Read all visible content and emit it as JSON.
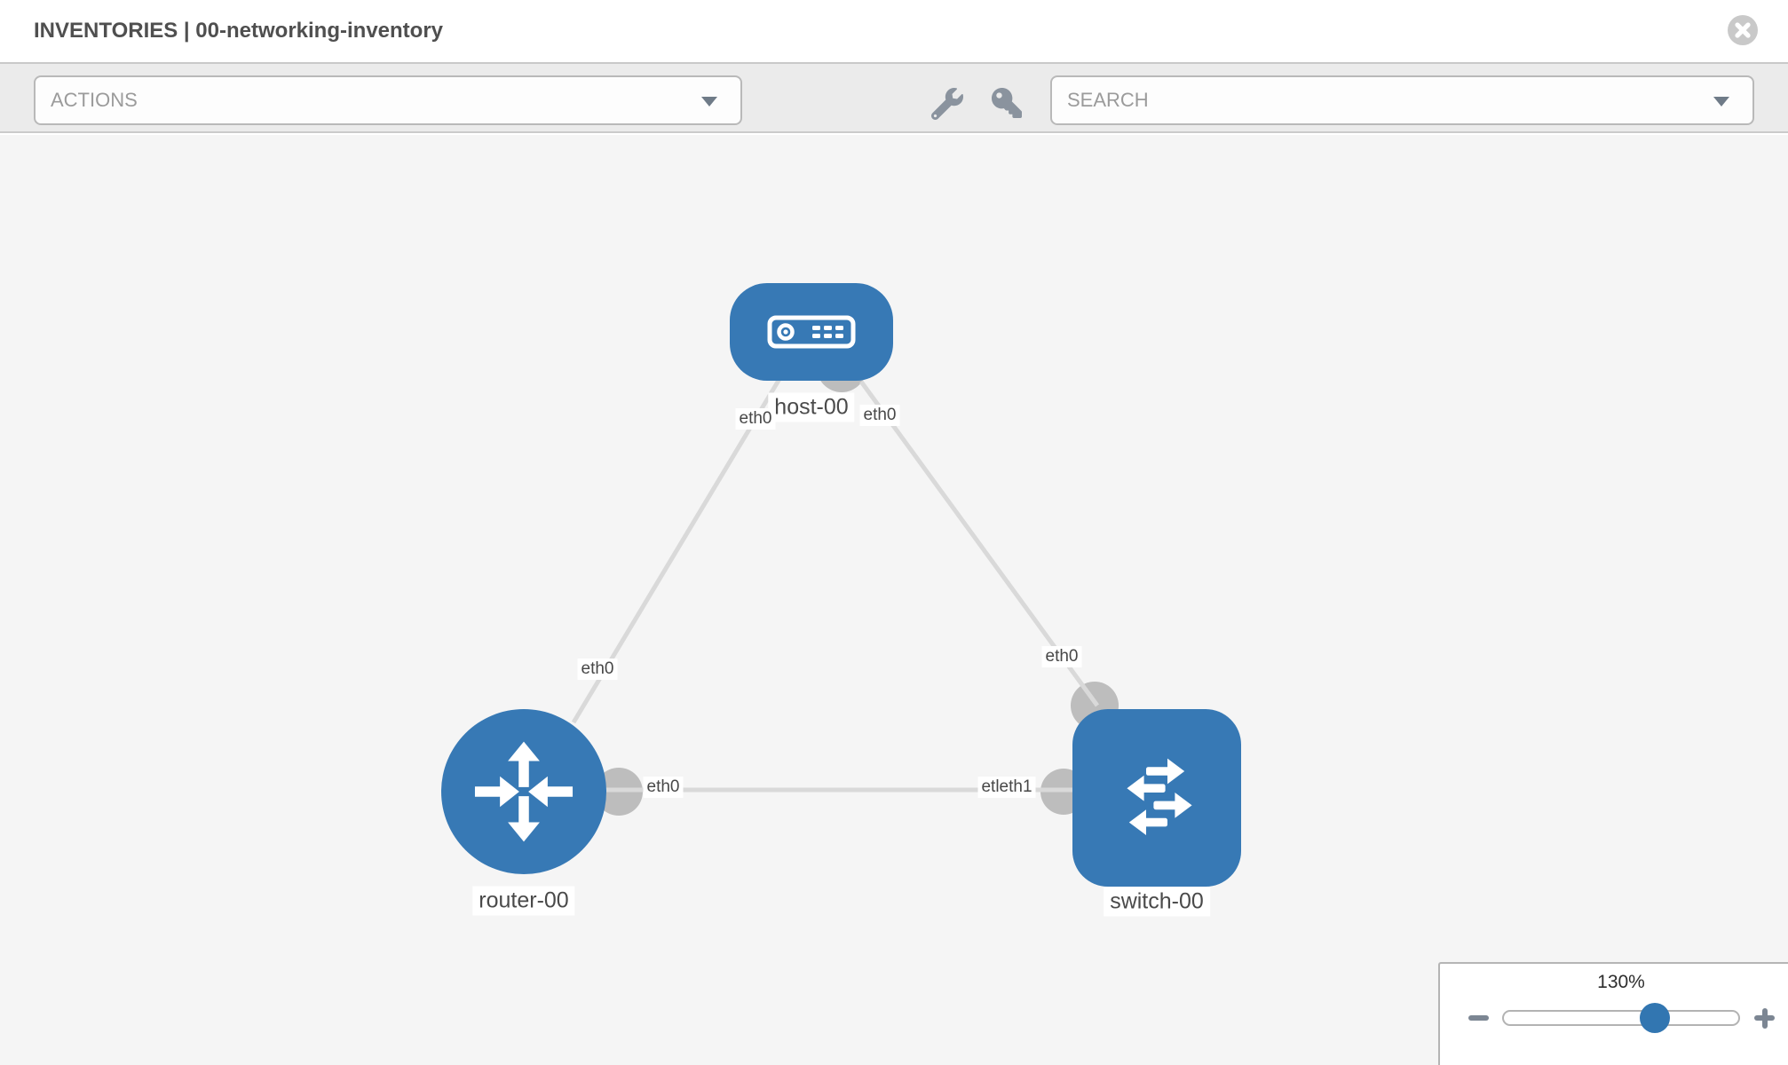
{
  "header": {
    "title": "INVENTORIES | 00-networking-inventory"
  },
  "toolbar": {
    "actions_label": "ACTIONS",
    "search_placeholder": "SEARCH"
  },
  "topology": {
    "nodes": [
      {
        "label": "host-00",
        "type": "host"
      },
      {
        "label": "router-00",
        "type": "router"
      },
      {
        "label": "switch-00",
        "type": "switch"
      }
    ],
    "links": [
      {
        "from": "host-00",
        "to": "router-00"
      },
      {
        "from": "host-00",
        "to": "switch-00"
      },
      {
        "from": "router-00",
        "to": "switch-00"
      }
    ],
    "iface_labels": [
      {
        "text": "eth0",
        "position": "host-bottom-left"
      },
      {
        "text": "eth0",
        "position": "host-bottom-right"
      },
      {
        "text": "eth0",
        "position": "link-host-router-near-router"
      },
      {
        "text": "eth0",
        "position": "link-host-switch-near-switch"
      },
      {
        "text": "eth0",
        "position": "link-router-switch-near-router"
      },
      {
        "text": "etleth1",
        "position": "link-router-switch-near-switch"
      }
    ]
  },
  "zoom_control": {
    "value": "130%"
  },
  "icons": {
    "close": "close-icon",
    "wrench": "wrench-icon",
    "key": "key-icon",
    "dropdown_caret": "chevron-down-icon",
    "host": "server-icon",
    "router": "router-arrows-icon",
    "switch": "switch-arrows-icon",
    "zoom_minus": "minus-icon",
    "zoom_plus": "plus-icon"
  },
  "colors": {
    "node_blue": "#3779b5",
    "slider_knob_blue": "#3276b1",
    "link_gray": "#d9d9d9",
    "connector_gray": "#bdbdbd",
    "canvas_bg": "#f5f5f5",
    "toolbar_bg": "#ebebeb"
  }
}
